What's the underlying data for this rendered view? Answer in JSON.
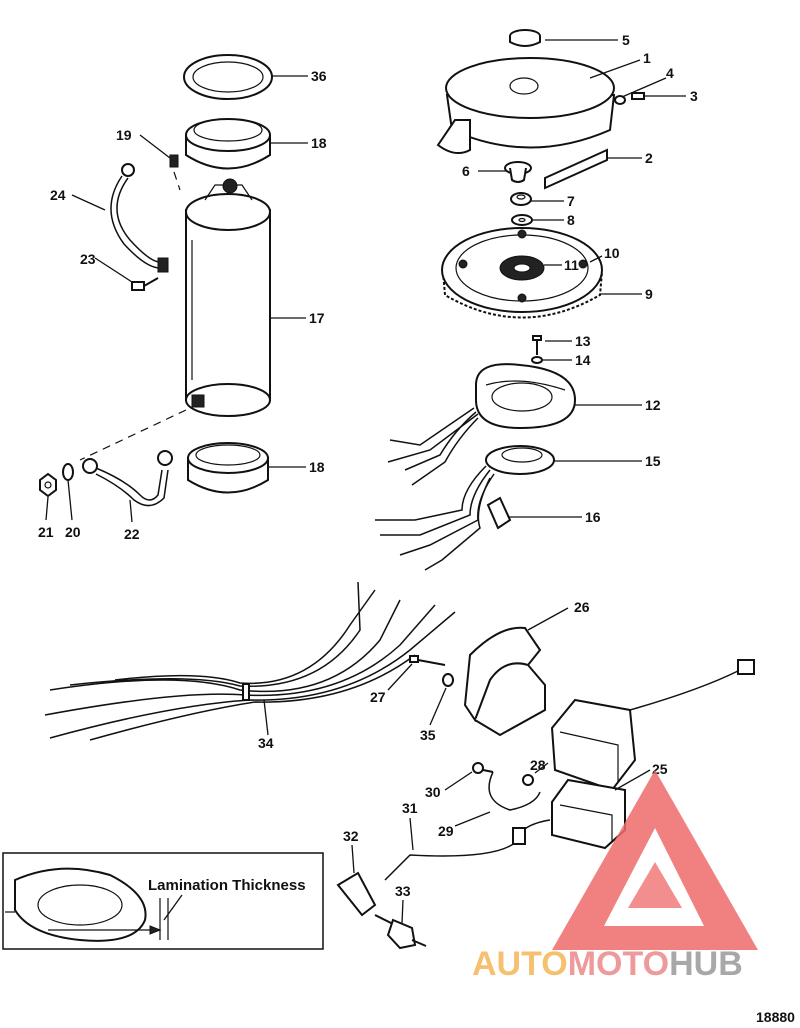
{
  "callouts": {
    "c1": "1",
    "c2": "2",
    "c3": "3",
    "c4": "4",
    "c5": "5",
    "c6": "6",
    "c7": "7",
    "c8": "8",
    "c9": "9",
    "c10": "10",
    "c11": "11",
    "c12": "12",
    "c13": "13",
    "c14": "14",
    "c15": "15",
    "c16": "16",
    "c17": "17",
    "c18a": "18",
    "c18b": "18",
    "c19": "19",
    "c20": "20",
    "c21": "21",
    "c22": "22",
    "c23": "23",
    "c24": "24",
    "c25": "25",
    "c26": "26",
    "c27": "27",
    "c28": "28",
    "c29": "29",
    "c30": "30",
    "c31": "31",
    "c32": "32",
    "c33": "33",
    "c34": "34",
    "c35": "35",
    "c36": "36"
  },
  "inset": {
    "label": "Lamination Thickness"
  },
  "figure_number": "18880",
  "watermark": {
    "part1": "AUTO",
    "part2": "MOTO",
    "part3": "HUB",
    "colors": {
      "auto": "#f5c170",
      "moto": "#ee9a9a",
      "hub": "#a8a8a8",
      "logo": "#ef6b6b"
    }
  }
}
